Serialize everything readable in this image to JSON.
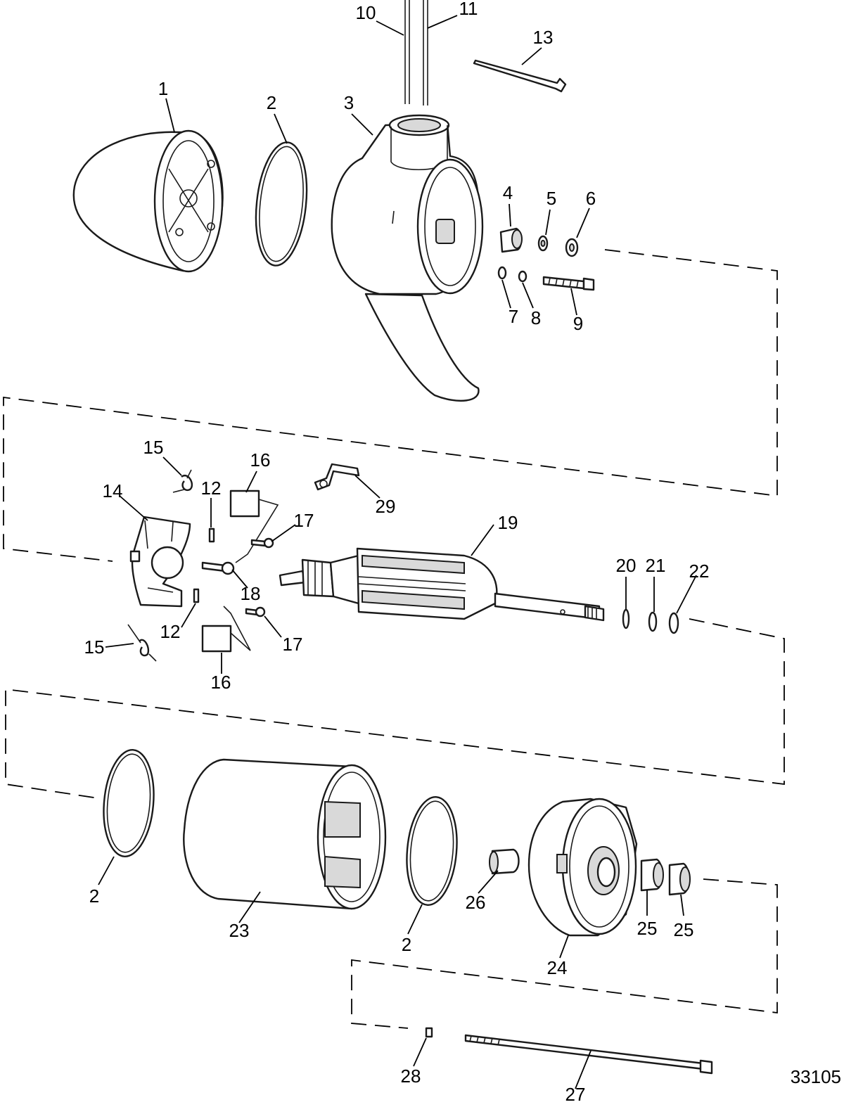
{
  "figure_number": "33105",
  "callouts": [
    {
      "id": "c10",
      "label": "10"
    },
    {
      "id": "c11",
      "label": "11"
    },
    {
      "id": "c13",
      "label": "13"
    },
    {
      "id": "c1",
      "label": "1"
    },
    {
      "id": "c2a",
      "label": "2"
    },
    {
      "id": "c3",
      "label": "3"
    },
    {
      "id": "c4",
      "label": "4"
    },
    {
      "id": "c5",
      "label": "5"
    },
    {
      "id": "c6",
      "label": "6"
    },
    {
      "id": "c7",
      "label": "7"
    },
    {
      "id": "c8",
      "label": "8"
    },
    {
      "id": "c9",
      "label": "9"
    },
    {
      "id": "c15a",
      "label": "15"
    },
    {
      "id": "c16a",
      "label": "16"
    },
    {
      "id": "c29",
      "label": "29"
    },
    {
      "id": "c14",
      "label": "14"
    },
    {
      "id": "c12a",
      "label": "12"
    },
    {
      "id": "c17a",
      "label": "17"
    },
    {
      "id": "c19",
      "label": "19"
    },
    {
      "id": "c20",
      "label": "20"
    },
    {
      "id": "c21",
      "label": "21"
    },
    {
      "id": "c22",
      "label": "22"
    },
    {
      "id": "c18",
      "label": "18"
    },
    {
      "id": "c12b",
      "label": "12"
    },
    {
      "id": "c17b",
      "label": "17"
    },
    {
      "id": "c15b",
      "label": "15"
    },
    {
      "id": "c16b",
      "label": "16"
    },
    {
      "id": "c2b",
      "label": "2"
    },
    {
      "id": "c23",
      "label": "23"
    },
    {
      "id": "c2c",
      "label": "2"
    },
    {
      "id": "c26",
      "label": "26"
    },
    {
      "id": "c25a",
      "label": "25"
    },
    {
      "id": "c25b",
      "label": "25"
    },
    {
      "id": "c24",
      "label": "24"
    },
    {
      "id": "c28",
      "label": "28"
    },
    {
      "id": "c27",
      "label": "27"
    }
  ]
}
